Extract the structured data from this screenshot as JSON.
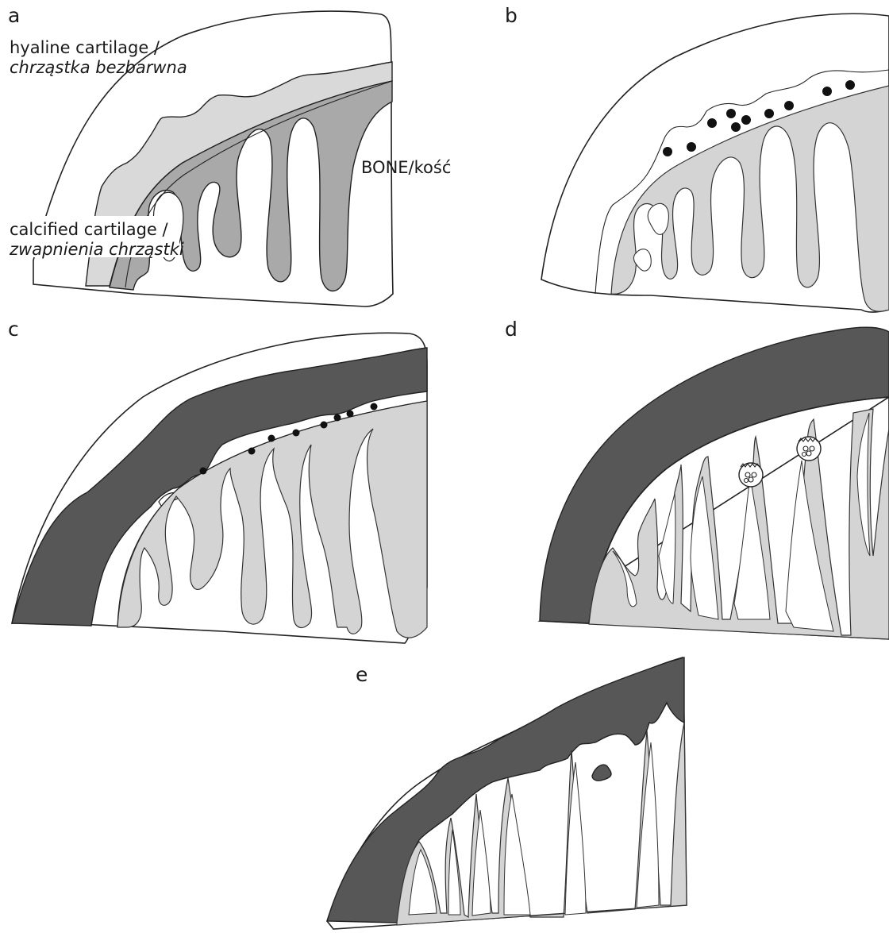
{
  "panels": {
    "a": {
      "letter": "a",
      "hyaline_label_line1": "hyaline cartilage /",
      "hyaline_label_line2": "chrząstka bezbarwna",
      "calcified_label_line1": "calcified cartilage /",
      "calcified_label_line2": "zwapnienia chrząstki",
      "bone_label": "BONE/kość"
    },
    "b": {
      "letter": "b"
    },
    "c": {
      "letter": "c"
    },
    "d": {
      "letter": "d"
    },
    "e": {
      "letter": "e"
    }
  },
  "colors": {
    "hyaline_cartilage": "#d9d9d9",
    "calcified_cartilage": "#a9a9a9",
    "trabeculae": "#d4d4d4",
    "thickened_layer": "#575757"
  }
}
